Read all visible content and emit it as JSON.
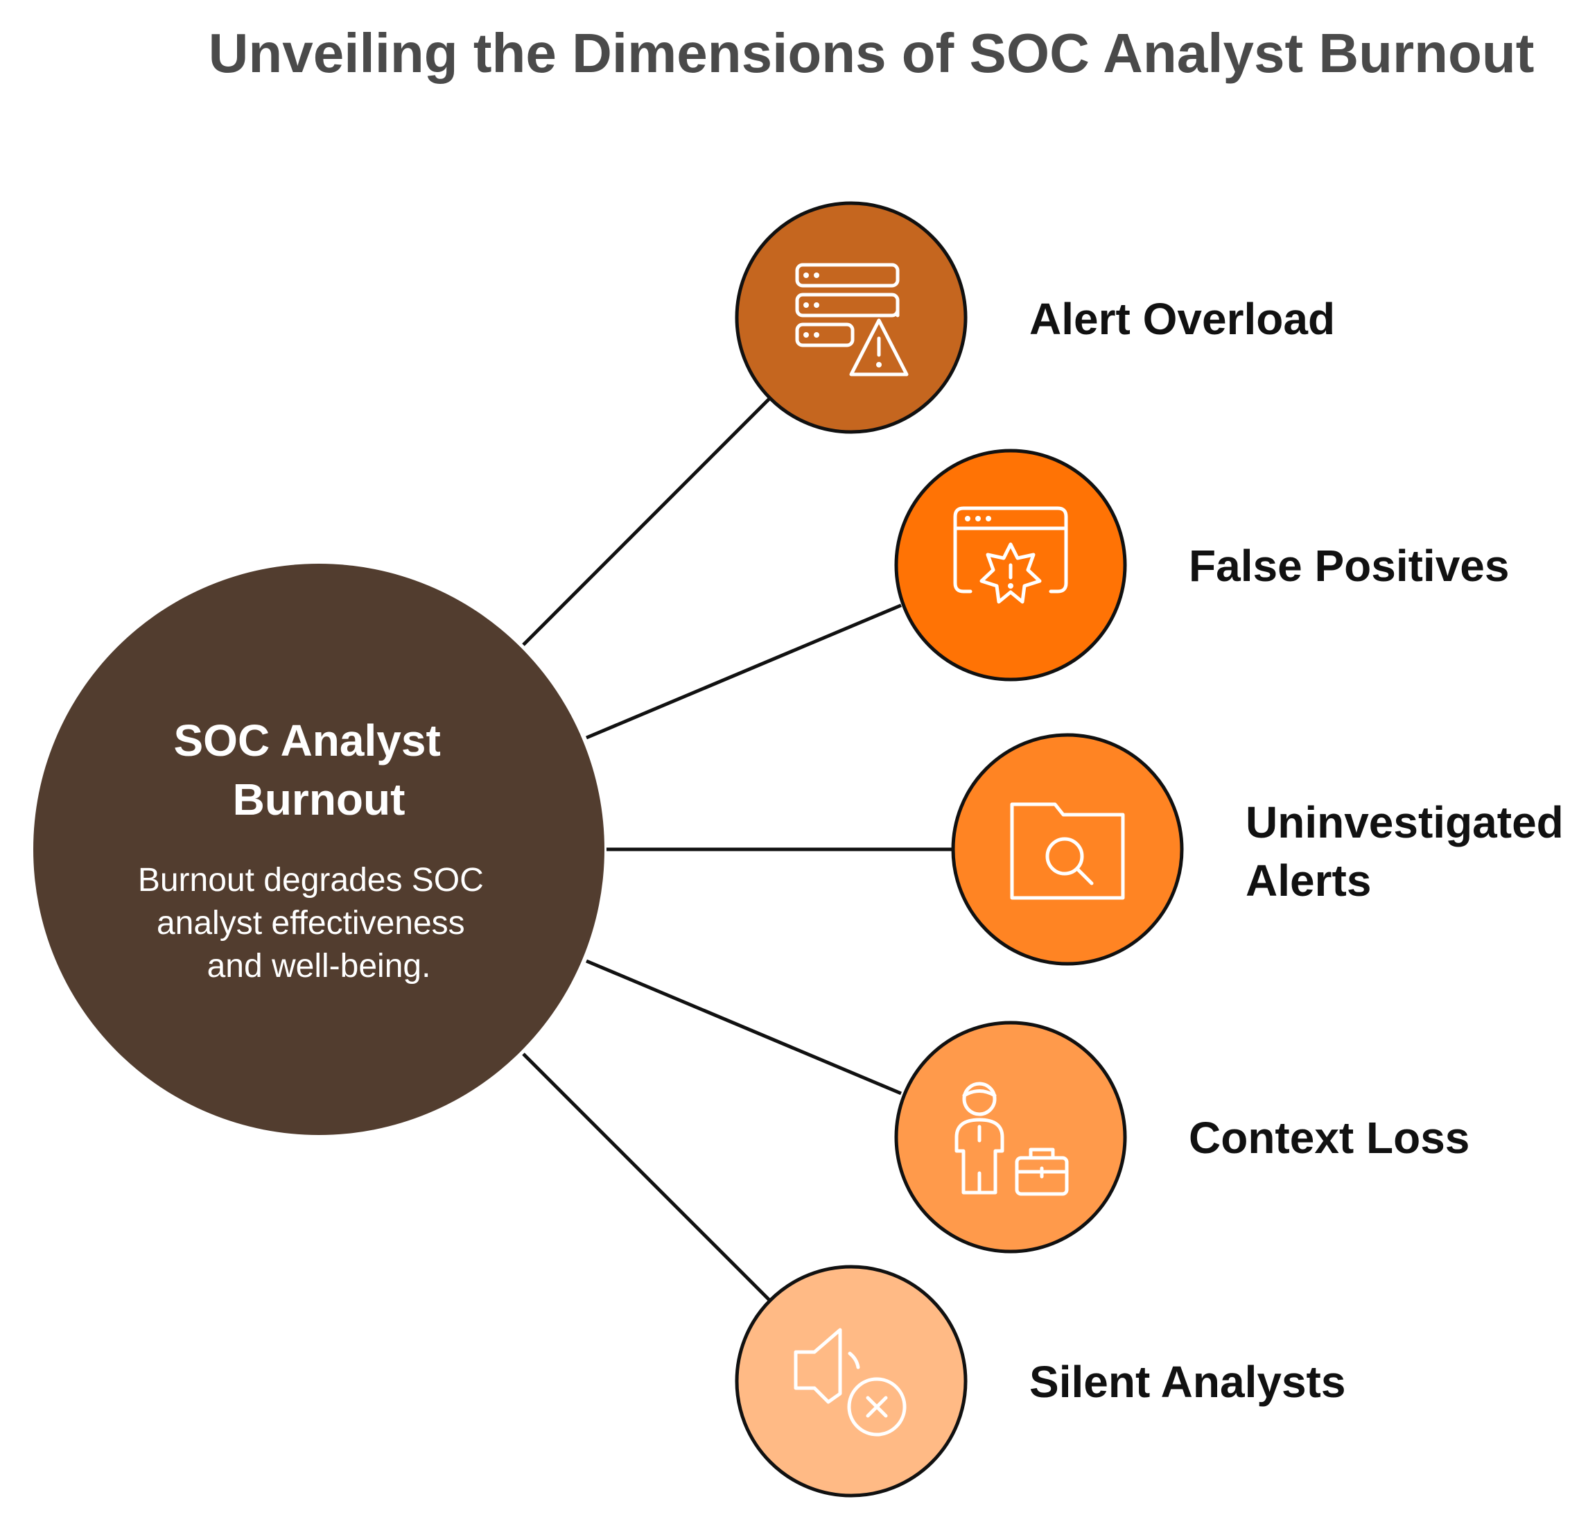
{
  "title": "Unveiling the Dimensions of SOC Analyst Burnout",
  "center": {
    "title_lines": [
      "SOC Analyst",
      "Burnout"
    ],
    "description_lines": [
      "Burnout degrades SOC",
      "analyst effectiveness",
      "and well-being."
    ],
    "color": "#523D2F"
  },
  "nodes": [
    {
      "label_lines": [
        "Alert Overload"
      ],
      "icon": "server-warning-icon",
      "color": "#C5661F"
    },
    {
      "label_lines": [
        "False Positives"
      ],
      "icon": "browser-alert-icon",
      "color": "#FF7305"
    },
    {
      "label_lines": [
        "Uninvestigated",
        "Alerts"
      ],
      "icon": "folder-search-icon",
      "color": "#FF8423"
    },
    {
      "label_lines": [
        "Context Loss"
      ],
      "icon": "person-briefcase-icon",
      "color": "#FF9A4B"
    },
    {
      "label_lines": [
        "Silent Analysts"
      ],
      "icon": "muted-speaker-icon",
      "color": "#FFBA85"
    }
  ]
}
